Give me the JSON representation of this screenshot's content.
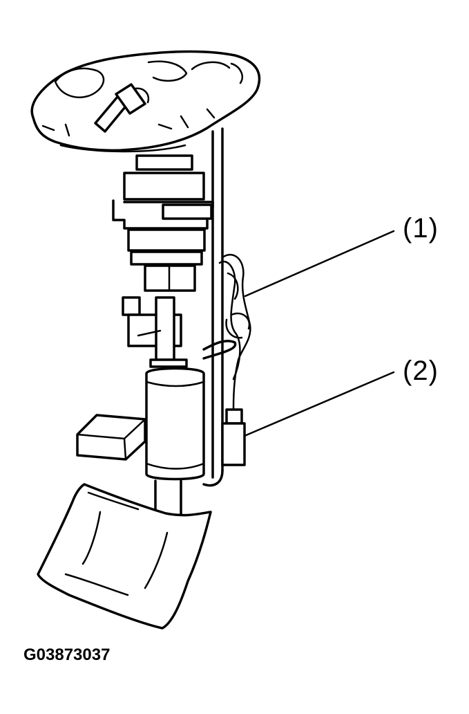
{
  "callouts": [
    {
      "label": "(1)"
    },
    {
      "label": "(2)"
    }
  ],
  "figure_id": "G03873037",
  "colors": {
    "line": "#000000",
    "background": "#ffffff"
  }
}
